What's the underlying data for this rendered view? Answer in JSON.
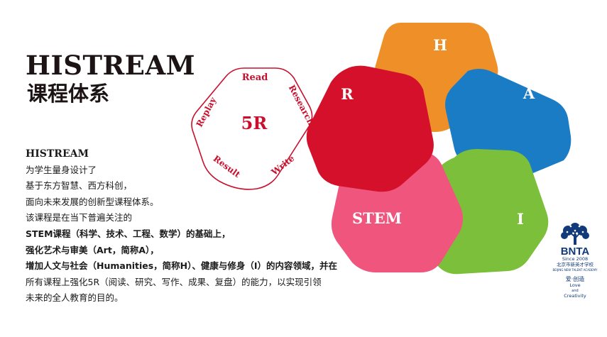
{
  "title": {
    "en": "HISTREAM",
    "cn": "课程体系"
  },
  "body_lines": [
    "HISTREAM",
    "为学生量身设计了",
    "基于东方智慧、西方科创，",
    "面向未来发展的创新型课程体系。",
    "该课程是在当下普遍关注的",
    "STEM课程（科学、技术、工程、数学）的基础上，",
    "强化艺术与审美（Art，简称A），",
    "增加人文与社会（Humanities，简称H）、健康与修身（I）的内容领域，并在",
    "所有课程上强化5R（阅读、研究、写作、成果、复盘）的能力，以实现引领",
    "未来的全人教育的目的。"
  ],
  "fiveR": {
    "center": "5R",
    "items": [
      "Read",
      "Research",
      "Write",
      "Result",
      "Replay"
    ],
    "color": "#c8102e"
  },
  "petals": [
    {
      "label": "H",
      "color": "#ee8f28"
    },
    {
      "label": "A",
      "color": "#1a7cc4"
    },
    {
      "label": "I",
      "color": "#7cbf3a"
    },
    {
      "label": "STEM",
      "color": "#f0557e"
    },
    {
      "label": "R",
      "color": "#d4102a"
    }
  ],
  "logo": {
    "name": "BNTA",
    "since": "Since 2008",
    "cn_name": "北京市新英才学校",
    "en_name": "BEIJING NEW TALENT ACADEMY",
    "motto_cn": "爱·创造",
    "motto_en": [
      "Love",
      "and",
      "Creativity"
    ],
    "color": "#123a7a"
  }
}
